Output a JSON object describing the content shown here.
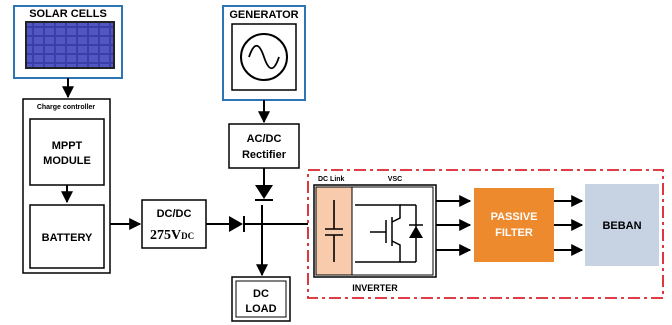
{
  "solar_cells": {
    "title": "SOLAR CELLS"
  },
  "generator": {
    "title": "GENERATOR"
  },
  "charge_controller": {
    "title": "Charge controller",
    "mppt_line1": "MPPT",
    "mppt_line2": "MODULE",
    "battery": "BATTERY"
  },
  "dcdc": {
    "line1": "DC/DC",
    "voltage": "275V",
    "voltage_sub": "DC"
  },
  "acdc": {
    "line1": "AC/DC",
    "line2": "Rectifier"
  },
  "dc_load": {
    "line1": "DC",
    "line2": "LOAD"
  },
  "inverter": {
    "dc_link": "DC Link",
    "vsc": "VSC",
    "label": "INVERTER"
  },
  "passive_filter": {
    "line1": "PASSIVE",
    "line2": "FILTER"
  },
  "beban": {
    "label": "BEBAN"
  },
  "colors": {
    "blue_border": "#2e75b6",
    "solar_panel": "#3a3fa8",
    "dc_link_fill": "#f8cbad",
    "filter_fill": "#ee8a2e",
    "beban_fill": "#c7d3e3",
    "dashed_red": "#d9232a"
  }
}
